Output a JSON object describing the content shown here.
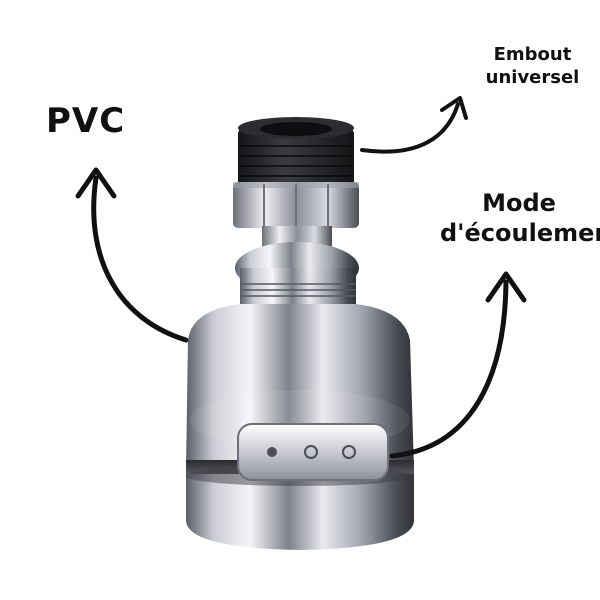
{
  "labels": {
    "pvc": "PVC",
    "embout_line1": "Embout",
    "embout_line2": "universel",
    "mode_line1": "Mode",
    "mode_line2": "d'écoulement"
  },
  "colors": {
    "background": "#ffffff",
    "text": "#111111",
    "arrow": "#111111",
    "chrome_light": "#f2f3f5",
    "chrome_dark": "#3a3d42",
    "rubber_black": "#1e1f22"
  },
  "icons": [
    "arrow-pvc-icon",
    "arrow-embout-icon",
    "arrow-mode-icon"
  ]
}
